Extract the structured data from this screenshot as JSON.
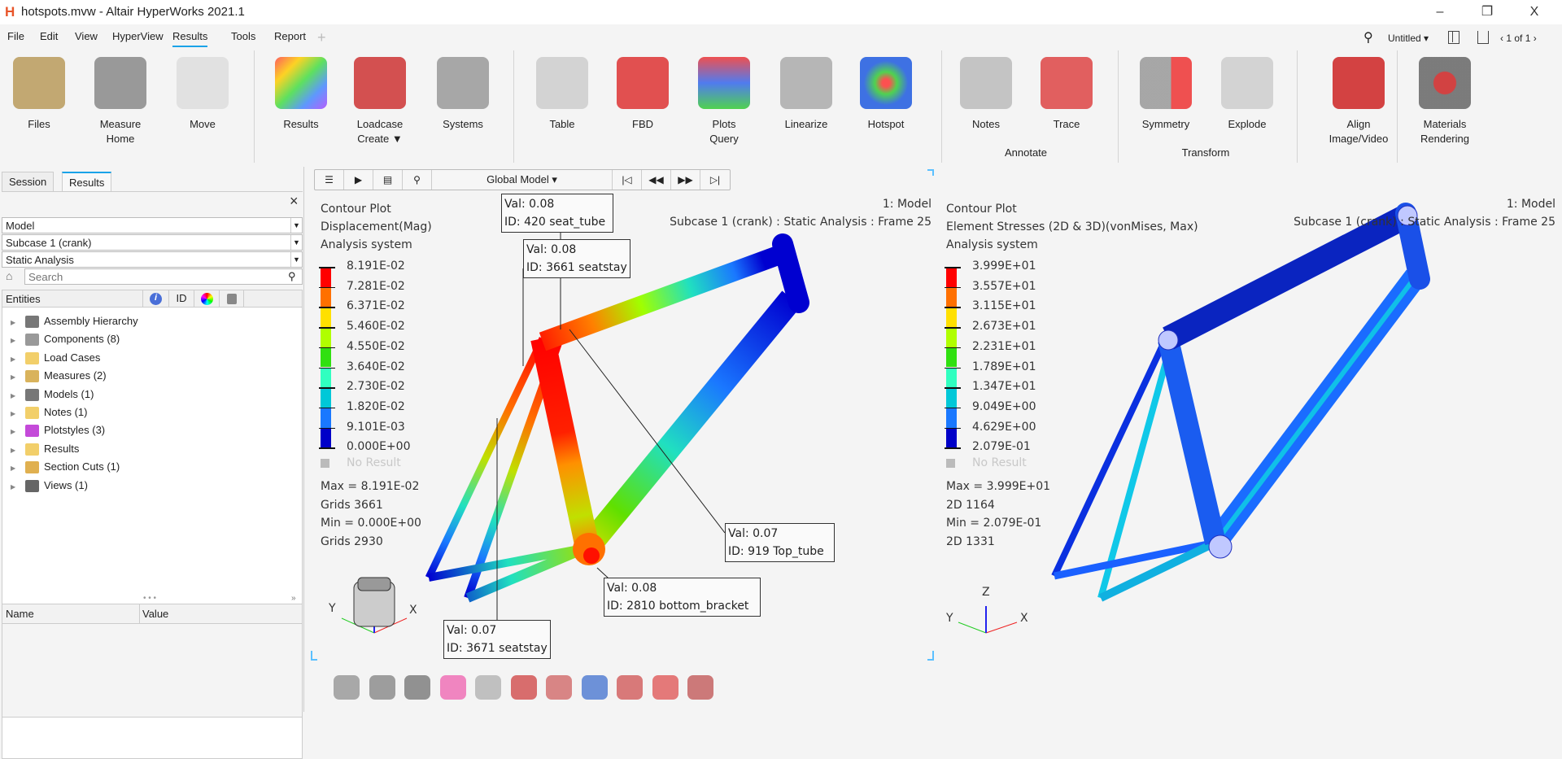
{
  "window": {
    "title": "hotspots.mvw - Altair HyperWorks 2021.1",
    "minimize": "–",
    "restore": "❐",
    "close": "X"
  },
  "menu": [
    "File",
    "Edit",
    "View",
    "HyperView",
    "Results",
    "Tools",
    "Report"
  ],
  "menu_active": "Results",
  "topright": {
    "page_name": "Untitled",
    "page_count": "1 of 1"
  },
  "ribbon": [
    {
      "label": "Files",
      "icon": "files-icon"
    },
    {
      "label": "Measure",
      "label2": "Home",
      "icon": "measure-icon"
    },
    {
      "label": "Move",
      "icon": "move-icon"
    },
    {
      "label": "Results",
      "icon": "results-icon"
    },
    {
      "label": "Loadcase",
      "label2": "Create ▼",
      "icon": "loadcase-icon"
    },
    {
      "label": "Systems",
      "icon": "systems-icon"
    },
    {
      "label": "Table",
      "icon": "table-icon"
    },
    {
      "label": "FBD",
      "icon": "fbd-icon"
    },
    {
      "label": "Plots",
      "label2": "Query",
      "icon": "plots-icon"
    },
    {
      "label": "Linearize",
      "icon": "linearize-icon"
    },
    {
      "label": "Hotspot",
      "icon": "hotspot-icon"
    },
    {
      "label": "Notes",
      "icon": "notes-icon"
    },
    {
      "label": "Trace",
      "icon": "trace-icon"
    },
    {
      "label": "Symmetry",
      "icon": "symmetry-icon"
    },
    {
      "label": "Explode",
      "icon": "explode-icon"
    },
    {
      "label": "Align",
      "label2": "Image/Video",
      "icon": "align-icon"
    },
    {
      "label": "Materials",
      "label2": "Rendering",
      "icon": "materials-icon"
    }
  ],
  "ribbon_groups": {
    "annotate": "Annotate",
    "transform": "Transform"
  },
  "left": {
    "tabs": [
      "Session",
      "Results"
    ],
    "active_tab": "Results",
    "dropdowns": [
      "Model",
      "Subcase 1 (crank)",
      "Static Analysis"
    ],
    "search_placeholder": "Search",
    "entities_header": "Entities",
    "id_col": "ID",
    "tree": [
      {
        "label": "Assembly Hierarchy",
        "color": "#777"
      },
      {
        "label": "Components (8)",
        "color": "#999"
      },
      {
        "label": "Load Cases",
        "color": "#f2cf6a"
      },
      {
        "label": "Measures (2)",
        "color": "#d9b35c"
      },
      {
        "label": "Models (1)",
        "color": "#777"
      },
      {
        "label": "Notes (1)",
        "color": "#f2cf6a"
      },
      {
        "label": "Plotstyles (3)",
        "color": "#c44ad9"
      },
      {
        "label": "Results",
        "color": "#f2cf6a"
      },
      {
        "label": "Section Cuts (1)",
        "color": "#e0b050"
      },
      {
        "label": "Views (1)",
        "color": "#666"
      }
    ],
    "props": {
      "name_col": "Name",
      "value_col": "Value"
    }
  },
  "viewport_toolbar": {
    "model_select": "Global Model"
  },
  "viewport1": {
    "title": [
      "Contour Plot",
      "Displacement(Mag)",
      "Analysis system"
    ],
    "model": "1: Model",
    "subcase": "Subcase 1 (crank) : Static Analysis : Frame 25",
    "legend": [
      "8.191E-02",
      "7.281E-02",
      "6.371E-02",
      "5.460E-02",
      "4.550E-02",
      "3.640E-02",
      "2.730E-02",
      "1.820E-02",
      "9.101E-03",
      "0.000E+00"
    ],
    "no_result": "No Result",
    "stats": [
      "Max =  8.191E-02",
      "Grids 3661",
      "Min =  0.000E+00",
      "Grids 2930"
    ],
    "annotations": [
      {
        "val": "Val: 0.08",
        "id": "ID: 420 seat_tube"
      },
      {
        "val": "Val: 0.08",
        "id": "ID: 3661 seatstay"
      },
      {
        "val": "Val: 0.07",
        "id": "ID: 919 Top_tube"
      },
      {
        "val": "Val: 0.08",
        "id": "ID: 2810 bottom_bracket"
      },
      {
        "val": "Val: 0.07",
        "id": "ID: 3671 seatstay"
      }
    ],
    "axes": {
      "x": "X",
      "y": "Y"
    }
  },
  "viewport2": {
    "title": [
      "Contour Plot",
      "Element Stresses (2D & 3D)(vonMises, Max)",
      "Analysis system"
    ],
    "model": "1: Model",
    "subcase": "Subcase 1 (crank) : Static Analysis : Frame 25",
    "legend": [
      "3.999E+01",
      "3.557E+01",
      "3.115E+01",
      "2.673E+01",
      "2.231E+01",
      "1.789E+01",
      "1.347E+01",
      "9.049E+00",
      "4.629E+00",
      "2.079E-01"
    ],
    "no_result": "No Result",
    "stats": [
      "Max =  3.999E+01",
      "2D 1164",
      "Min =  2.079E-01",
      "2D 1331"
    ],
    "axes": {
      "x": "X",
      "y": "Y",
      "z": "Z"
    }
  },
  "legend_colors": [
    "#ff0000",
    "#ff7000",
    "#ffe000",
    "#b0ff00",
    "#30e010",
    "#30ffc0",
    "#00c8d8",
    "#1a78ff",
    "#0000c8"
  ],
  "bottom_toolbar": [
    "visibility-icon",
    "camera-icon",
    "cube-view-icon",
    "color-palette-icon",
    "triad-icon",
    "zoom-box-icon",
    "section-icon",
    "contour-icon",
    "iso-icon",
    "explode-view-icon",
    "transform-icon"
  ]
}
